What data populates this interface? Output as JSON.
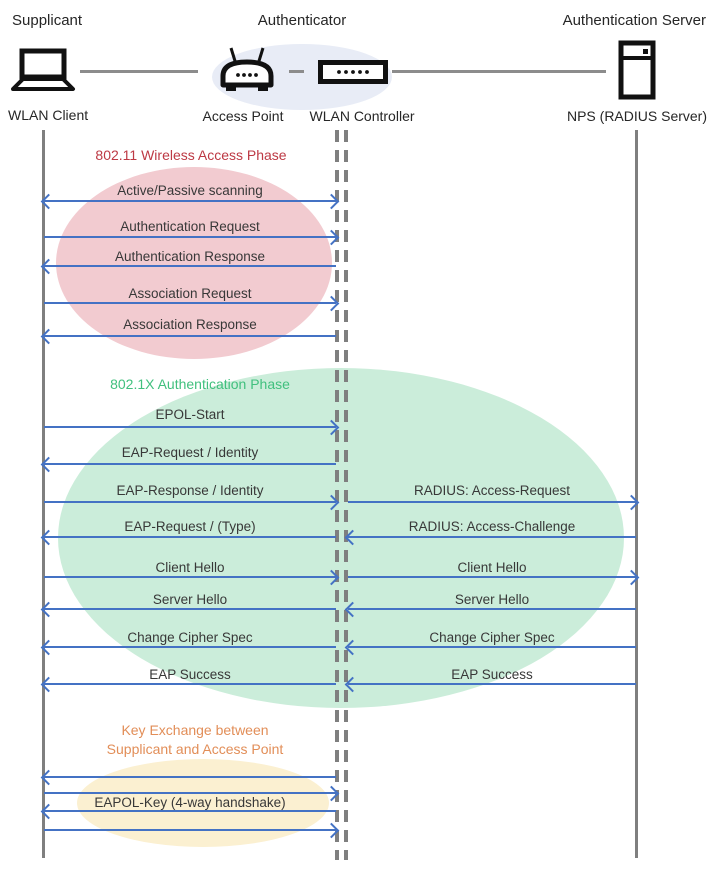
{
  "header": {
    "roles": {
      "supplicant": "Supplicant",
      "authenticator": "Authenticator",
      "auth_server": "Authentication Server"
    },
    "devices": {
      "wlan_client": "WLAN Client",
      "access_point": "Access Point",
      "wlan_controller": "WLAN Controller",
      "nps": "NPS (RADIUS Server)"
    }
  },
  "phases": {
    "p80211": {
      "title": "802.11 Wireless Access Phase",
      "title_color": "#BD3944",
      "fill": "#F2CBD0"
    },
    "p8021x": {
      "title": "802.1X Authentication Phase",
      "title_color": "#41C07E",
      "fill": "#CBEDDA"
    },
    "key_exchange": {
      "title_line1": "Key Exchange between",
      "title_line2": "Supplicant and Access Point",
      "title_color": "#E28E58",
      "fill": "#FBF0D1"
    }
  },
  "messages": {
    "scanning": "Active/Passive scanning",
    "auth_request": "Authentication Request",
    "auth_response": "Authentication Response",
    "assoc_request": "Association Request",
    "assoc_response": "Association Response",
    "epol_start": "EPOL-Start",
    "eap_request_identity": "EAP-Request / Identity",
    "eap_response_identity": "EAP-Response / Identity",
    "radius_access_request": "RADIUS: Access-Request",
    "eap_request_type": "EAP-Request / (Type)",
    "radius_access_challenge": "RADIUS: Access-Challenge",
    "client_hello_left": "Client Hello",
    "client_hello_right": "Client Hello",
    "server_hello_left": "Server Hello",
    "server_hello_right": "Server Hello",
    "change_cipher_left": "Change Cipher Spec",
    "change_cipher_right": "Change Cipher Spec",
    "eap_success_left": "EAP Success",
    "eap_success_right": "EAP Success",
    "eapol_key": "EAPOL-Key (4-way handshake)"
  },
  "colors": {
    "arrow": "#4472C4",
    "lifeline": "#7F7F7F",
    "header_ellipse": "#E8ECF6"
  }
}
